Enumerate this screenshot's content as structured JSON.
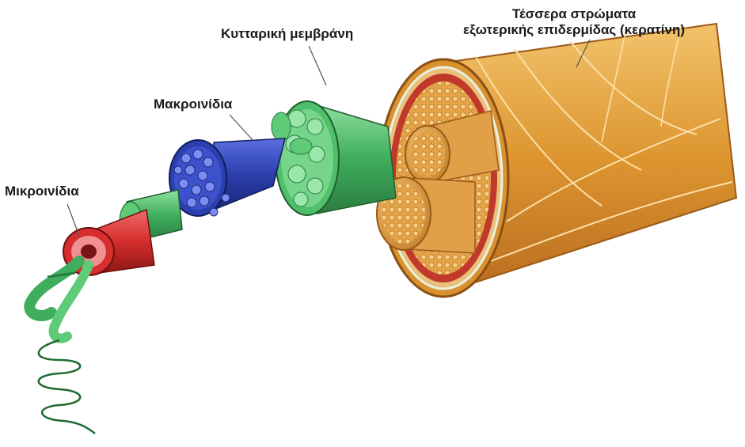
{
  "labels": {
    "microfibrils": "Μικροινίδια",
    "macrofibrils": "Μακροινίδια",
    "cell_membrane": "Κυτταρική μεμβράνη",
    "layers_line1": "Τέσσερα στρώματα",
    "layers_line2": "εξωτερικής επιδερμίδας (κερατίνη)"
  },
  "colors": {
    "keratin_outer": "#d9922e",
    "keratin_inner": "#c0392b",
    "cell_membrane": "#3fae5c",
    "macrofibril": "#2b3fae",
    "microfibril": "#d62d2d",
    "protofibril": "#6cc27a"
  }
}
